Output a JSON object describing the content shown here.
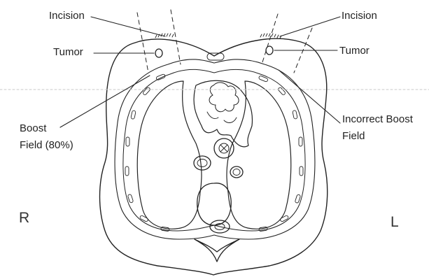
{
  "labels": {
    "incision_left": "Incision",
    "incision_right": "Incision",
    "tumor_left": "Tumor",
    "tumor_right": "Tumor",
    "boost_field": {
      "line1": "Boost",
      "line2": "Field (80%)"
    },
    "incorrect_boost_field": {
      "line1": "Incorrect Boost",
      "line2": "Field"
    },
    "side_right": "R",
    "side_left": "L"
  },
  "colors": {
    "line": "#222222",
    "background": "#ffffff"
  }
}
